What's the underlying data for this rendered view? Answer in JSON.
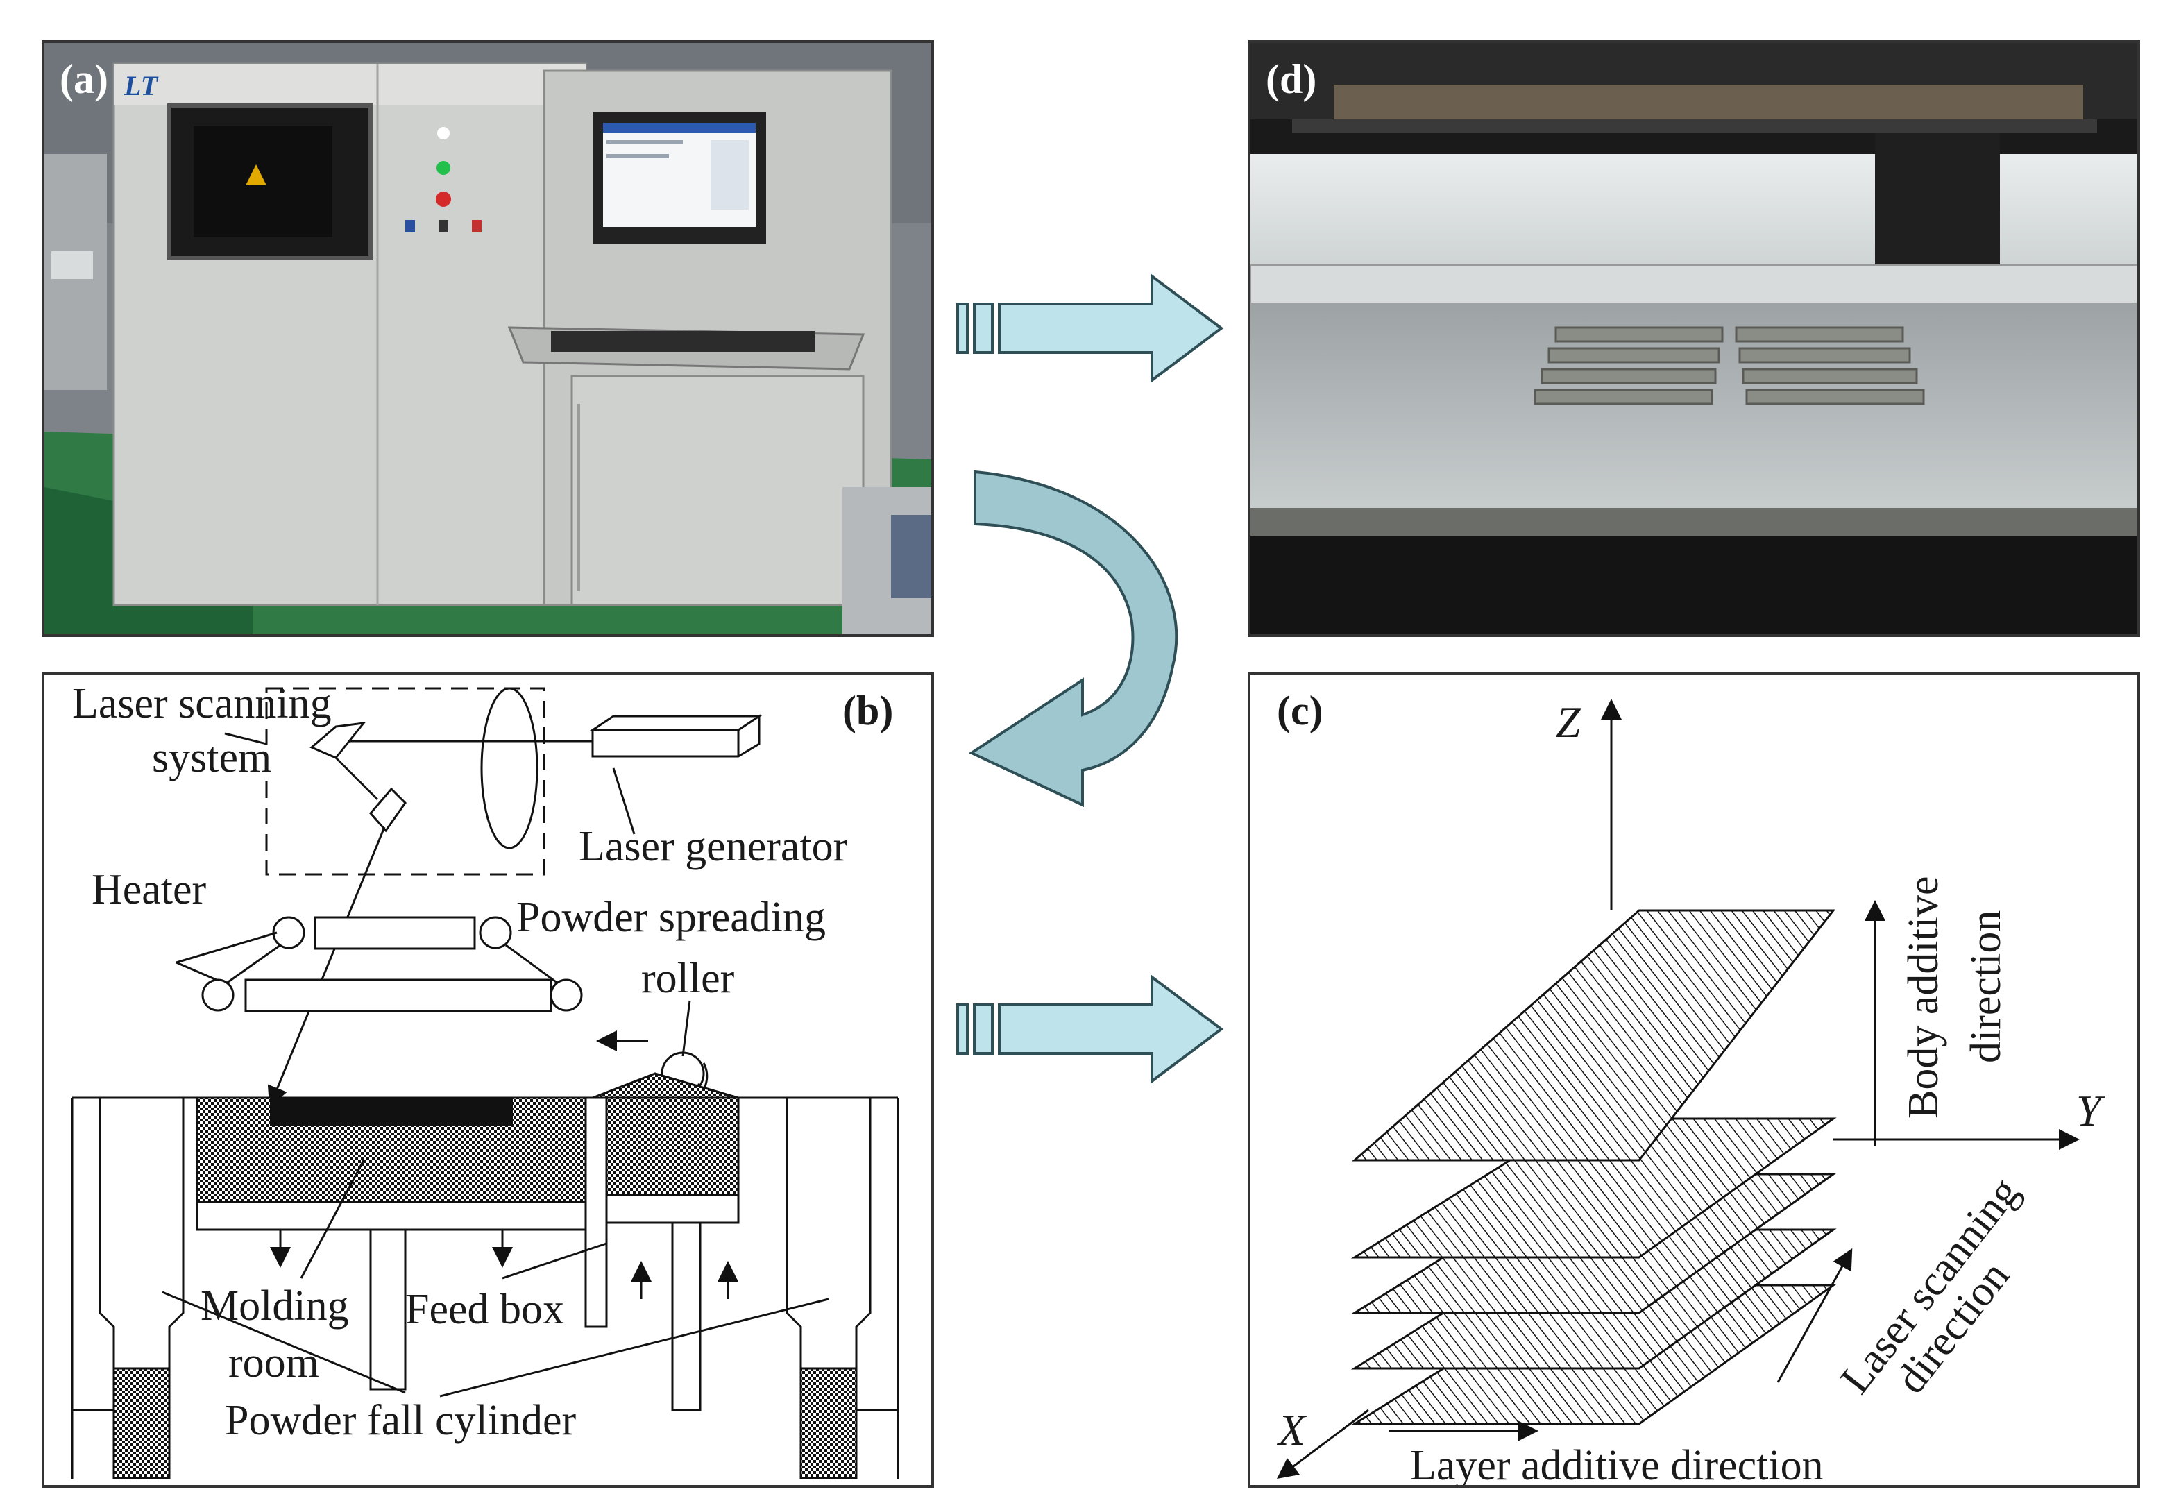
{
  "panels": {
    "a": {
      "letter": "(a)"
    },
    "b": {
      "letter": "(b)",
      "labels": {
        "laser_scanning_l1": "Laser scanning",
        "laser_scanning_l2": "system",
        "laser_generator": "Laser generator",
        "heater": "Heater",
        "powder_spreading_l1": "Powder spreading",
        "powder_spreading_l2": "roller",
        "molding_l1": "Molding",
        "molding_l2": "room",
        "feed_box": "Feed box",
        "powder_fall_cylinder": "Powder fall cylinder"
      }
    },
    "c": {
      "letter": "(c)",
      "labels": {
        "axis_z": "Z",
        "axis_y": "Y",
        "axis_x": "X",
        "body_l1": "Body additive",
        "body_l2": "direction",
        "laser_l1": "Laser scanning",
        "laser_l2": "direction",
        "layer": "Layer additive direction"
      }
    },
    "d": {
      "letter": "(d)"
    }
  },
  "colors": {
    "arrow_fill": "#bfe3ea",
    "arrow_stroke": "#2f4f57",
    "machine_body": "#cfd1cf",
    "floor_green": "#2f7a45"
  }
}
